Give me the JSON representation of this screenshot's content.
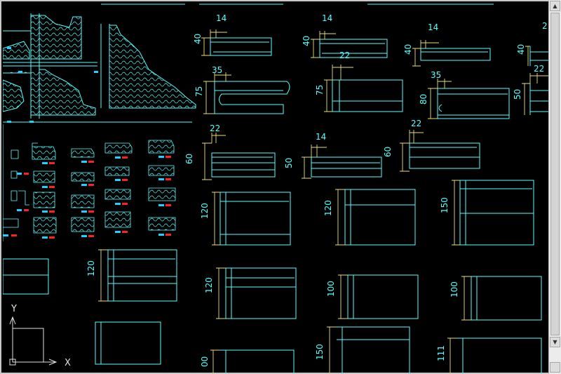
{
  "drawing": {
    "dimension_labels": {
      "d14a": "14",
      "d14b": "14",
      "d14c": "14",
      "d2": "2",
      "d40a": "40",
      "d40b": "40",
      "d40c": "40",
      "d40d": "40",
      "d35a": "35",
      "d22a": "22",
      "d35b": "35",
      "d22b": "22",
      "d75a": "75",
      "d75b": "75",
      "d80": "80",
      "d50a": "50",
      "d22c": "22",
      "d14d": "14",
      "d22d": "22",
      "d60a": "60",
      "d50b": "50",
      "d60b": "60",
      "d120a": "120",
      "d120b": "120",
      "d150a": "150",
      "d120c": "120",
      "d120d": "120",
      "d100a": "100",
      "d100b": "100",
      "d00": "00",
      "d150b": "150",
      "d111": "111"
    },
    "ucs": {
      "y_label": "Y",
      "x_label": "X"
    }
  },
  "colors": {
    "background": "#000000",
    "geometry": "#55ffff",
    "dimension": "#e8e070",
    "marker_red": "#ff2020",
    "marker_cyan": "#20d0ff"
  }
}
